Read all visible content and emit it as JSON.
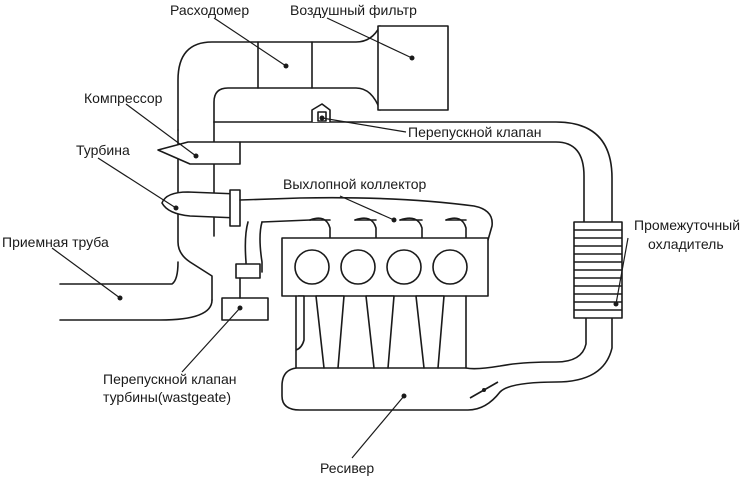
{
  "labels": {
    "flow_meter": "Расходомер",
    "air_filter": "Воздушный фильтр",
    "compressor": "Компрессор",
    "bypass_valve": "Перепускной клапан",
    "turbine": "Турбина",
    "exhaust_manifold": "Выхлопной коллектор",
    "intercooler_line1": "Промежуточный",
    "intercooler_line2": "охладитель",
    "downpipe": "Приемная труба",
    "wastegate_line1": "Перепускной клапан",
    "wastegate_line2": "турбины(wastgeate)",
    "receiver": "Ресивер"
  },
  "colors": {
    "line": "#1a1a1a",
    "background": "#ffffff"
  }
}
